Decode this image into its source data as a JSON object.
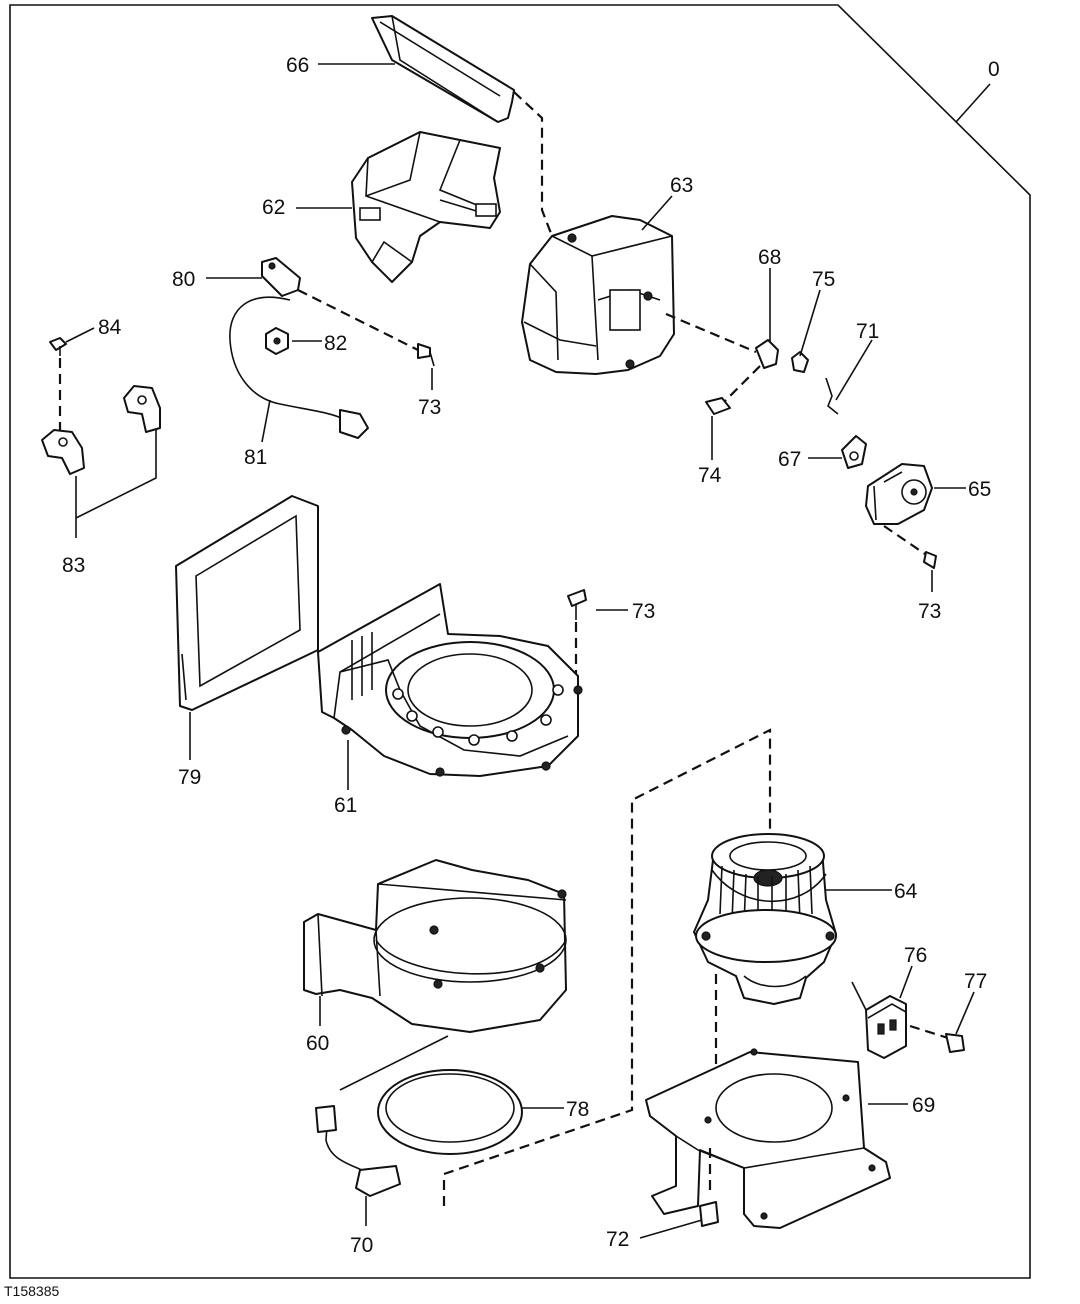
{
  "figure_id": "T158385",
  "callouts": {
    "c0": "0",
    "c60": "60",
    "c61": "61",
    "c62": "62",
    "c63": "63",
    "c64": "64",
    "c65": "65",
    "c66": "66",
    "c67": "67",
    "c68": "68",
    "c69": "69",
    "c70": "70",
    "c71": "71",
    "c72": "72",
    "c73a": "73",
    "c73b": "73",
    "c73c": "73",
    "c74": "74",
    "c75": "75",
    "c76": "76",
    "c77": "77",
    "c78": "78",
    "c79": "79",
    "c80": "80",
    "c81": "81",
    "c82": "82",
    "c83": "83",
    "c84": "84"
  }
}
